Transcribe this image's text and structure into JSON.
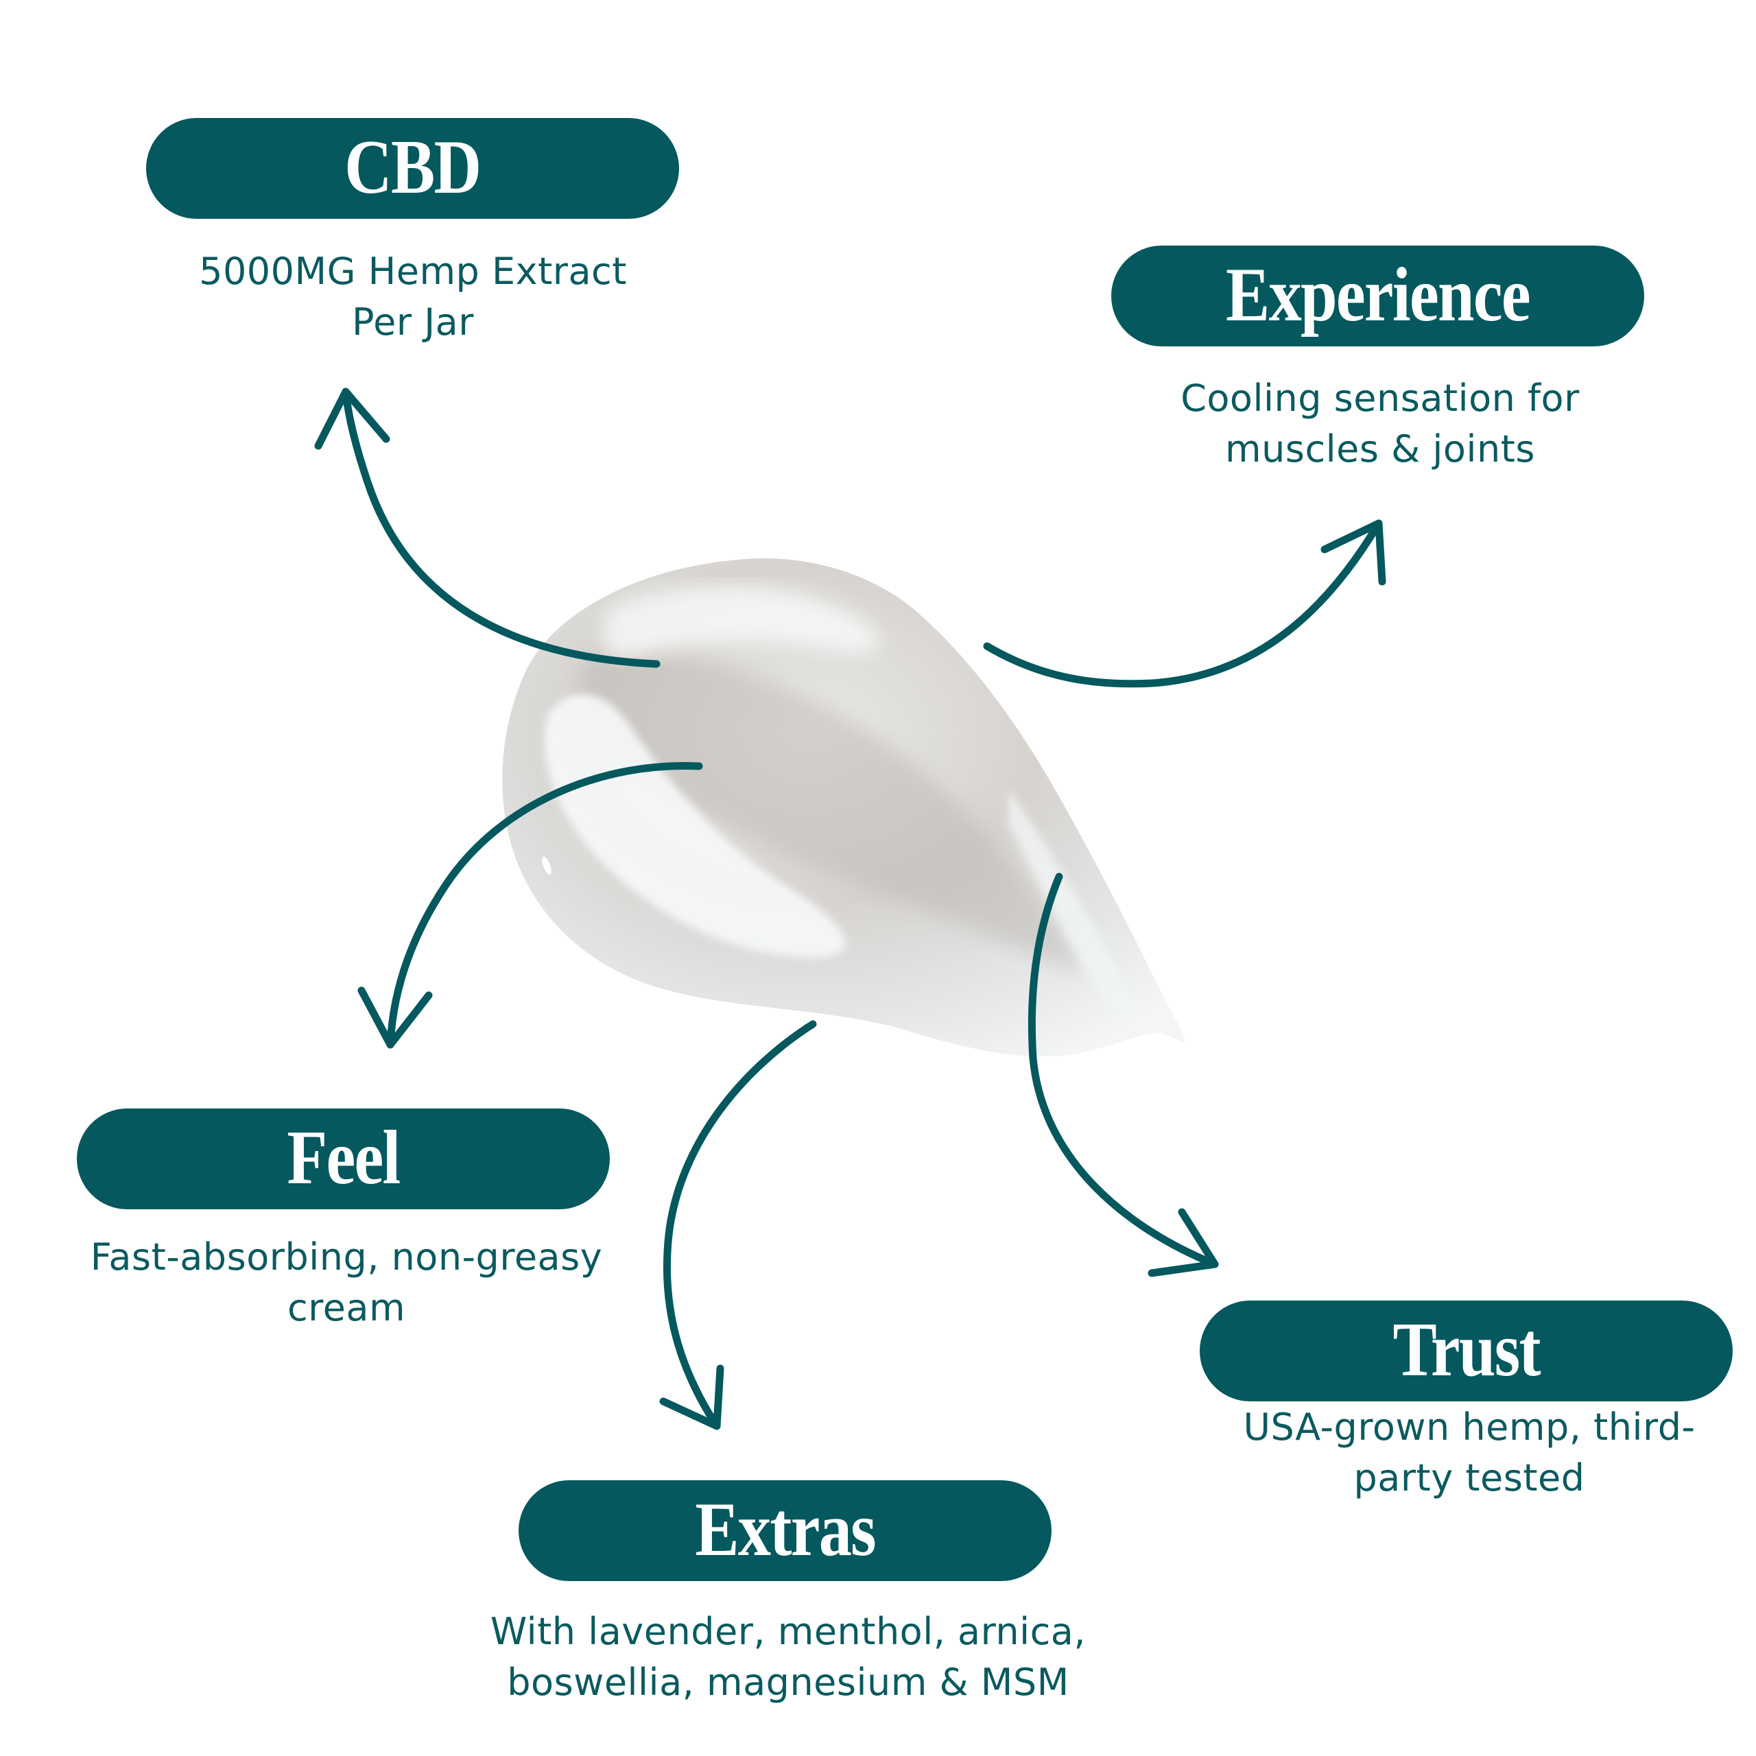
{
  "colors": {
    "brand_teal": "#04585E",
    "text_teal": "#0B5A5F",
    "pill_text": "#FFFFFF",
    "background": "#FFFFFF",
    "cream_light": "#F4F6F7",
    "cream_shadow": "#B8B3AE"
  },
  "central_image": {
    "subject": "white cream swatch",
    "icon": "cream-swatch"
  },
  "features": {
    "cbd": {
      "title": "CBD",
      "description_lines": [
        "5000MG Hemp Extract",
        "Per Jar"
      ]
    },
    "experience": {
      "title": "Experience",
      "description_lines": [
        "Cooling sensation for",
        "muscles & joints"
      ]
    },
    "feel": {
      "title": "Feel",
      "description_lines": [
        "Fast-absorbing, non-greasy",
        "cream"
      ]
    },
    "trust": {
      "title": "Trust",
      "description_lines": [
        "USA-grown hemp, third-",
        "party tested"
      ]
    },
    "extras": {
      "title": "Extras",
      "description_lines": [
        "With lavender, menthol, arnica,",
        "boswellia, magnesium & MSM"
      ]
    }
  }
}
